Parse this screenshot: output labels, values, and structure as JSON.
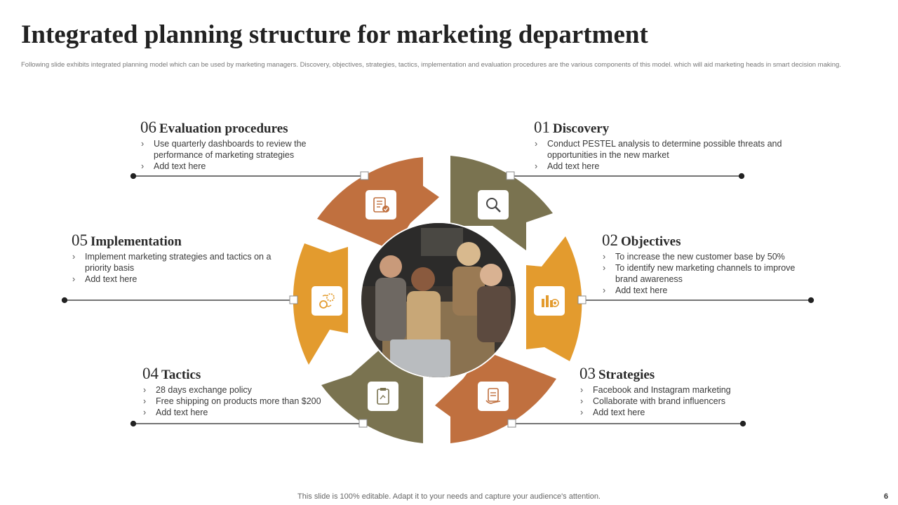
{
  "slide": {
    "title": "Integrated planning structure for marketing department",
    "subtitle": "Following slide exhibits integrated planning model which can be used by marketing managers. Discovery, objectives, strategies, tactics, implementation and evaluation procedures are the various components of this model. which will aid marketing heads in smart decision making.",
    "footer": "This slide is 100% editable. Adapt it to your needs and capture your audience's attention.",
    "page_number": "6"
  },
  "colors": {
    "brown": "#C0703F",
    "olive": "#7A7350",
    "amber": "#E39B2E",
    "text_dark": "#222222",
    "line": "#222222"
  },
  "steps": [
    {
      "number": "01",
      "title": "Discovery",
      "color": "olive",
      "icon": "magnifier-icon",
      "bullets": [
        "Conduct PESTEL analysis to determine possible threats and opportunities in the new market",
        "Add text here"
      ]
    },
    {
      "number": "02",
      "title": "Objectives",
      "color": "amber",
      "icon": "bar-chart-target-icon",
      "bullets": [
        "To increase the new customer base by 50%",
        "To identify new marketing channels to improve brand awareness",
        "Add text here"
      ]
    },
    {
      "number": "03",
      "title": "Strategies",
      "color": "brown",
      "icon": "strategy-clipboard-icon",
      "bullets": [
        "Facebook and Instagram marketing",
        "Collaborate with brand influencers",
        "Add text here"
      ]
    },
    {
      "number": "04",
      "title": "Tactics",
      "color": "olive",
      "icon": "tactics-board-icon",
      "bullets": [
        "28 days exchange policy",
        "Free shipping on products more than $200",
        "Add text here"
      ]
    },
    {
      "number": "05",
      "title": "Implementation",
      "color": "amber",
      "icon": "gear-cycle-icon",
      "bullets": [
        "Implement marketing strategies and tactics on a priority basis",
        "Add text here"
      ]
    },
    {
      "number": "06",
      "title": "Evaluation procedures",
      "color": "brown",
      "icon": "checklist-icon",
      "bullets": [
        "Use quarterly dashboards to review the performance  of marketing strategies",
        "Add text here"
      ]
    }
  ],
  "center_photo": {
    "icon": "team-photo"
  }
}
